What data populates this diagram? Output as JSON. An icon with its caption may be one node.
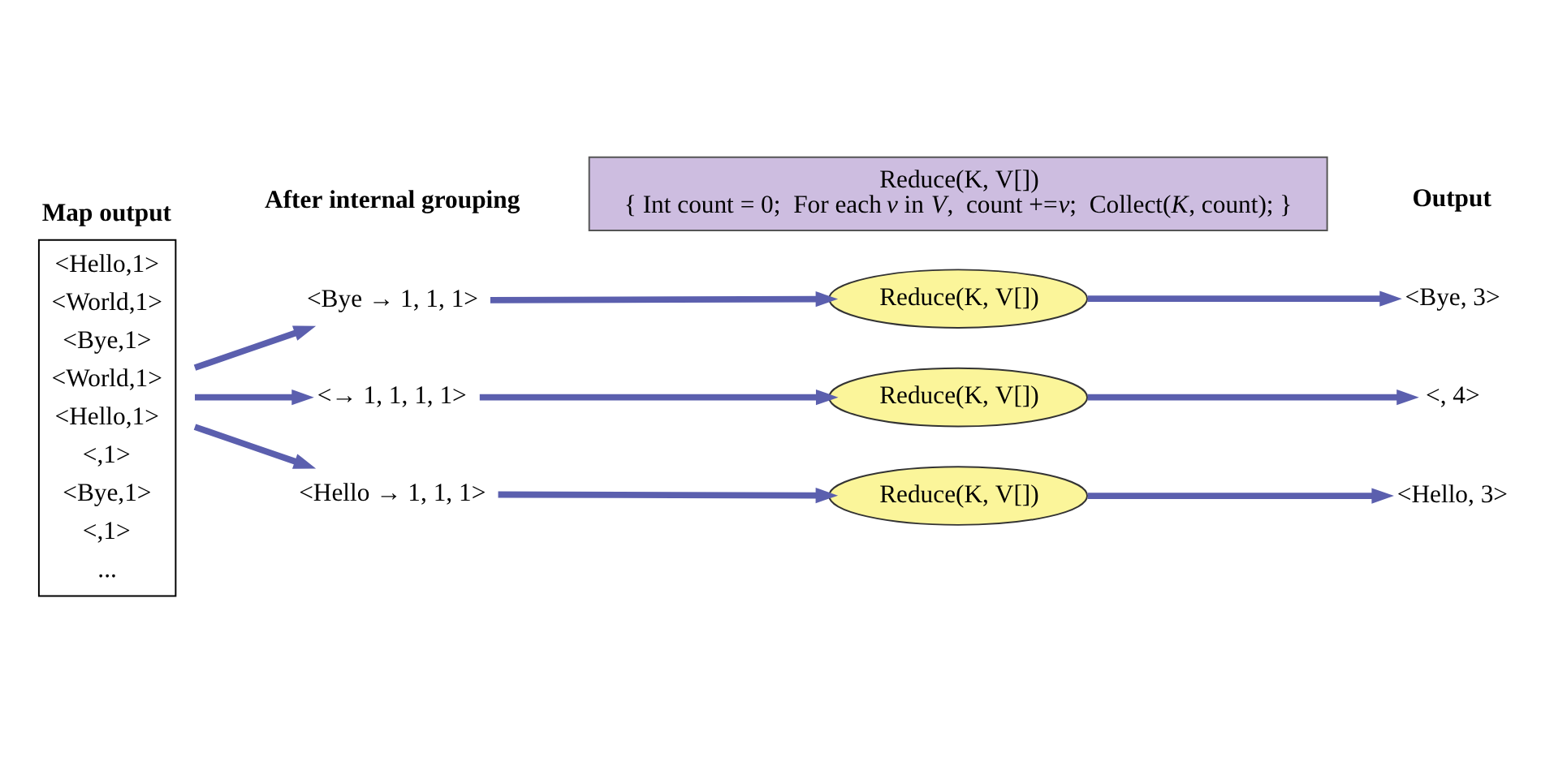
{
  "diagram": {
    "nodes": [
      {
        "text": [
          "Map output",
          "<Hello,1>",
          "<World,1>",
          "<Bye,1>",
          "<World,1>",
          "<Hello,1>",
          "<,1>",
          "<Bye,1>",
          "<,1>",
          "..."
        ]
      },
      {
        "text": [
          "<Bye → 1, 1, 1>"
        ]
      },
      {
        "text": [
          "<→ 1, 1, 1, 1>"
        ]
      },
      {
        "text": [
          "<Hello → 1, 1, 1>"
        ]
      },
      {
        "text": [
          "Reduce(K, V[])"
        ]
      },
      {
        "text": [
          "Reduce(K, V[])"
        ]
      },
      {
        "text": [
          "Reduce(K, V[])"
        ]
      },
      {
        "text": [
          "<Bye, 3>"
        ]
      },
      {
        "text": [
          "<, 4>"
        ]
      },
      {
        "text": [
          "<Hello, 3>"
        ]
      },
      {
        "text": [
          "Reduce(K, V[])",
          "{ Int count = 0;  For each *v* in *V*,  count +=*v*;  Collect(*K*, count); }"
        ]
      }
    ],
    "edges": [
      {
        "from": 0,
        "to": 1,
        "arrow": "to"
      },
      {
        "from": 0,
        "to": 2,
        "arrow": "to"
      },
      {
        "from": 0,
        "to": 3,
        "arrow": "to"
      },
      {
        "from": 1,
        "to": 4,
        "arrow": "to"
      },
      {
        "from": 2,
        "to": 5,
        "arrow": "to"
      },
      {
        "from": 3,
        "to": 6,
        "arrow": "to"
      },
      {
        "from": 4,
        "to": 7,
        "arrow": "to"
      },
      {
        "from": 5,
        "to": 8,
        "arrow": "to"
      },
      {
        "from": 6,
        "to": 9,
        "arrow": "to"
      }
    ],
    "labels": [
      "After internal grouping",
      "Output"
    ]
  }
}
